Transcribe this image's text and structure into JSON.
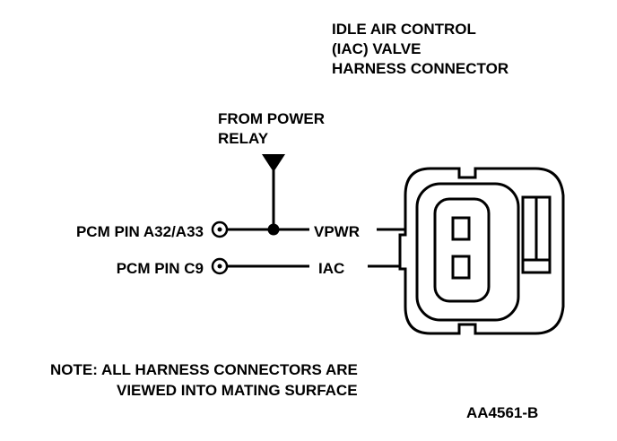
{
  "title": {
    "line1": "IDLE AIR CONTROL",
    "line2": "(IAC) VALVE",
    "line3": "HARNESS CONNECTOR"
  },
  "power_source": {
    "line1": "FROM POWER",
    "line2": "RELAY"
  },
  "circuits": [
    {
      "pin_label": "PCM PIN A32/A33",
      "signal_label": "VPWR"
    },
    {
      "pin_label": "PCM PIN C9",
      "signal_label": "IAC"
    }
  ],
  "note": {
    "line1": "NOTE: ALL HARNESS CONNECTORS ARE",
    "line2": "VIEWED INTO MATING SURFACE"
  },
  "figure_id": "AA4561-B",
  "colors": {
    "ink": "#000000",
    "paper": "#ffffff"
  }
}
